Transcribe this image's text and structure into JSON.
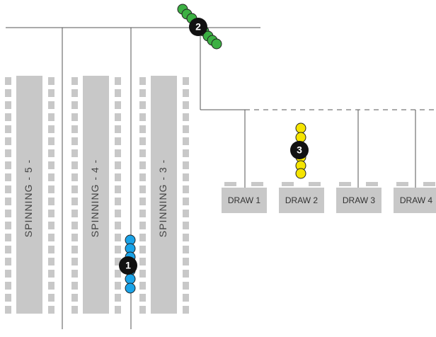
{
  "colors": {
    "line": "#555555",
    "machine_fill": "#c8c8c8",
    "text": "#444444",
    "marker_fill": "#111111",
    "marker_text": "#ffffff",
    "green_bead": "#3cb043",
    "blue_bead": "#1aa3e8",
    "yellow_bead": "#f5e400"
  },
  "spinning_machines": [
    {
      "label": "SPINNING - 5 -"
    },
    {
      "label": "SPINNING - 4 -"
    },
    {
      "label": "SPINNING - 3 -"
    }
  ],
  "draw_machines": [
    {
      "label": "DRAW 1"
    },
    {
      "label": "DRAW 2"
    },
    {
      "label": "DRAW 3"
    },
    {
      "label": "DRAW 4"
    }
  ],
  "markers": [
    {
      "number": "1",
      "color_key": "blue_bead",
      "icon": "blue-bead-chain-icon"
    },
    {
      "number": "2",
      "color_key": "green_bead",
      "icon": "green-bead-chain-icon"
    },
    {
      "number": "3",
      "color_key": "yellow_bead",
      "icon": "yellow-bead-chain-icon"
    }
  ]
}
